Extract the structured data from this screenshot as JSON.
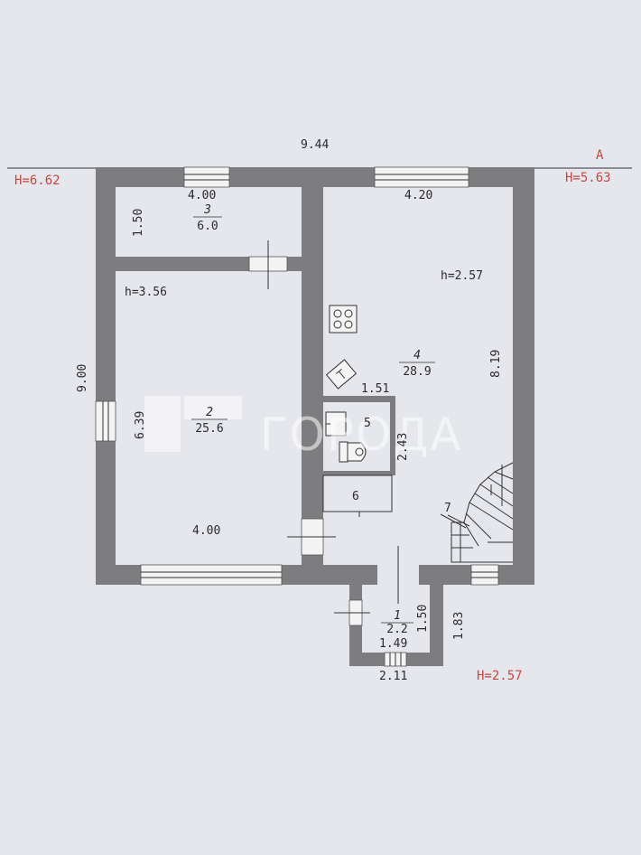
{
  "dimensions": {
    "overall_width": "9.44",
    "overall_depth": "9.00",
    "right_depth": "8.19",
    "room3_width": "4.00",
    "room3_depth": "1.50",
    "room4_width": "4.20",
    "room2_width": "4.00",
    "room2_depth": "6.39",
    "room5_width": "1.51",
    "room5_depth": "2.43",
    "porch_depth_inner": "1.50",
    "porch_depth_outer": "1.83",
    "porch_width_inner": "1.49",
    "porch_width_outer": "2.11"
  },
  "heights": {
    "left": "H=6.62",
    "right": "H=5.63",
    "bottom": "H=2.57",
    "room2": "h=3.56",
    "room4": "h=2.57"
  },
  "section_mark": "A",
  "rooms": [
    {
      "number": "1",
      "area": "2.2"
    },
    {
      "number": "2",
      "area": "25.6"
    },
    {
      "number": "3",
      "area": "6.0"
    },
    {
      "number": "4",
      "area": "28.9"
    },
    {
      "number": "5",
      "area": ""
    },
    {
      "number": "6",
      "area": ""
    },
    {
      "number": "7",
      "area": ""
    }
  ],
  "watermark": "ГОРОДА",
  "colors": {
    "wall": "#7d7d7f",
    "background": "#e6e7ec",
    "height_marks": "#c4473e"
  }
}
